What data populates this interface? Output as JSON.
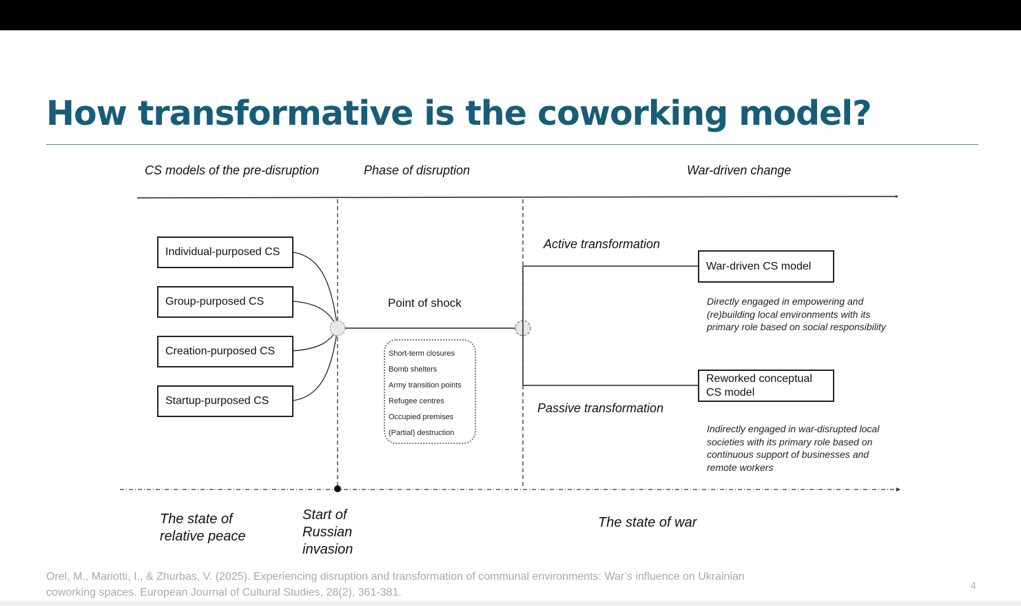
{
  "title": "How transformative is the coworking model?",
  "headers": {
    "pre": "CS models of the pre-disruption",
    "phase": "Phase of disruption",
    "war": "War-driven change"
  },
  "models": [
    "Individual-purposed CS",
    "Group-purposed CS",
    "Creation-purposed CS",
    "Startup-purposed CS"
  ],
  "point_of_shock": "Point of shock",
  "shock_items": [
    "Short-term closures",
    "Bomb shelters",
    "Army transition points",
    "Refugee centres",
    "Occupied premises",
    "(Partial) destruction"
  ],
  "active": {
    "label": "Active transformation",
    "box": "War-driven CS model",
    "desc": [
      "Directly engaged in empowering and",
      "(re)building local environments with its",
      "primary role based on social responsibility"
    ]
  },
  "passive": {
    "label": "Passive transformation",
    "box": [
      "Reworked conceptual",
      "CS model"
    ],
    "desc": [
      "Indirectly engaged in war-disrupted local",
      "societies with its primary role based on",
      "continuous support of businesses and",
      "remote workers"
    ]
  },
  "timeline": {
    "peace": [
      "The state of",
      "relative peace"
    ],
    "invasion": [
      "Start of",
      "Russian",
      "invasion"
    ],
    "war": "The state of war"
  },
  "citation": [
    "Orel, M., Mariotti, I., & Zhurbas, V. (2025). Experiencing disruption and transformation of communal environments: War’s influence on Ukrainian",
    "coworking spaces. European Journal of Cultural Studies, 28(2), 361-381."
  ],
  "page_number": "4"
}
